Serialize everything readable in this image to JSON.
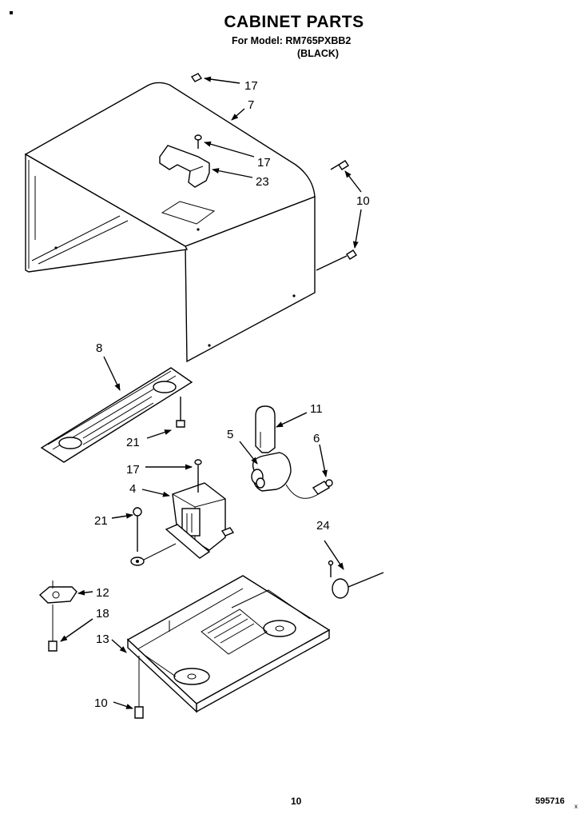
{
  "header": {
    "title": "CABINET PARTS",
    "model_line": "For Model: RM765PXBB2",
    "color_line": "(BLACK)"
  },
  "footer": {
    "page_number": "10",
    "document_number": "595716",
    "document_mark": "x"
  },
  "callouts": [
    {
      "id": "c17a",
      "label": "17"
    },
    {
      "id": "c7",
      "label": "7"
    },
    {
      "id": "c17b",
      "label": "17"
    },
    {
      "id": "c23",
      "label": "23"
    },
    {
      "id": "c10a",
      "label": "10"
    },
    {
      "id": "c8",
      "label": "8"
    },
    {
      "id": "c11",
      "label": "11"
    },
    {
      "id": "c5",
      "label": "5"
    },
    {
      "id": "c6",
      "label": "6"
    },
    {
      "id": "c21a",
      "label": "21"
    },
    {
      "id": "c17c",
      "label": "17"
    },
    {
      "id": "c4",
      "label": "4"
    },
    {
      "id": "c21b",
      "label": "21"
    },
    {
      "id": "c24",
      "label": "24"
    },
    {
      "id": "c12",
      "label": "12"
    },
    {
      "id": "c18",
      "label": "18"
    },
    {
      "id": "c13",
      "label": "13"
    },
    {
      "id": "c10b",
      "label": "10"
    }
  ]
}
